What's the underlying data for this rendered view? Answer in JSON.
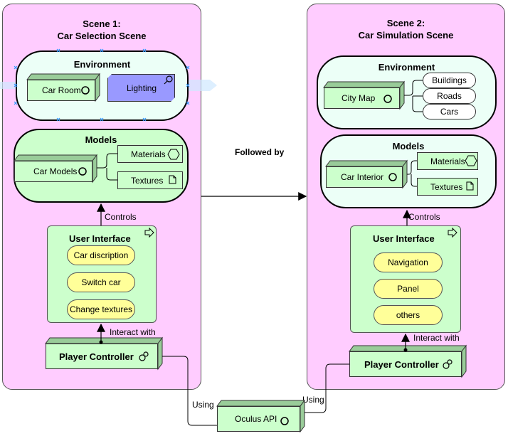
{
  "scene1": {
    "title_line1": "Scene 1:",
    "title_line2": "Car Selection Scene",
    "environment": {
      "title": "Environment",
      "car_room": "Car Room",
      "lighting": "Lighting"
    },
    "models": {
      "title": "Models",
      "car_models": "Car Models",
      "materials": "Materials",
      "textures": "Textures"
    },
    "controls_label": "Controls",
    "user_interface": {
      "title": "User Interface",
      "items": [
        "Car discription",
        "Switch car",
        "Change textures"
      ]
    },
    "interact_label": "Interact with",
    "player_controller": "Player Controller"
  },
  "scene2": {
    "title_line1": "Scene 2:",
    "title_line2": "Car Simulation Scene",
    "environment": {
      "title": "Environment",
      "city_map": "City Map",
      "items": [
        "Buildings",
        "Roads",
        "Cars"
      ]
    },
    "models": {
      "title": "Models",
      "car_interior": "Car Interior",
      "materials": "Materials",
      "textures": "Textures"
    },
    "controls_label": "Controls",
    "user_interface": {
      "title": "User Interface",
      "items": [
        "Navigation",
        "Panel",
        "others"
      ]
    },
    "interact_label": "Interact with",
    "player_controller": "Player Controller"
  },
  "followed_by": "Followed by",
  "using_left": "Using",
  "using_right": "Using",
  "oculus_api": "Oculus API",
  "colors": {
    "scene_bg": "#ffccff",
    "group_green": "#ccffcc",
    "pill_yellow": "#ffff99",
    "selected_node": "#9999ff",
    "selection_handle": "#3399ff"
  }
}
